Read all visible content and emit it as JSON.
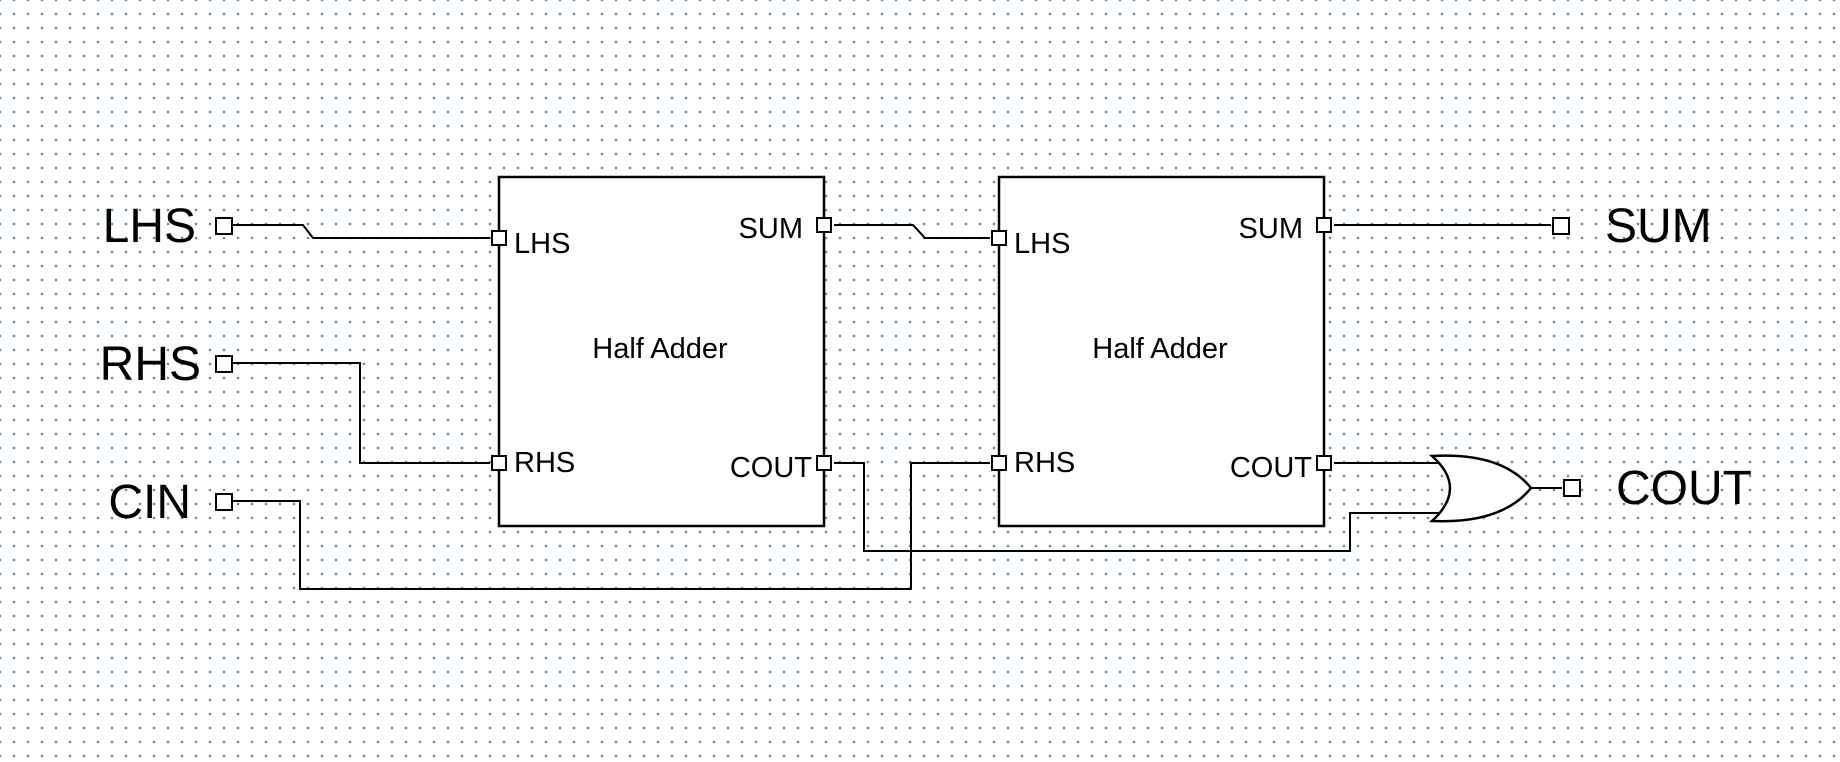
{
  "inputs": {
    "lhs": "LHS",
    "rhs": "RHS",
    "cin": "CIN"
  },
  "outputs": {
    "sum": "SUM",
    "cout": "COUT"
  },
  "half_adder_1": {
    "title": "Half Adder",
    "ports": {
      "lhs": "LHS",
      "rhs": "RHS",
      "sum": "SUM",
      "cout": "COUT"
    }
  },
  "half_adder_2": {
    "title": "Half Adder",
    "ports": {
      "lhs": "LHS",
      "rhs": "RHS",
      "sum": "SUM",
      "cout": "COUT"
    }
  },
  "colors": {
    "grid_dot": "#5aa05a",
    "line": "#000000",
    "background": "#ffffff"
  }
}
